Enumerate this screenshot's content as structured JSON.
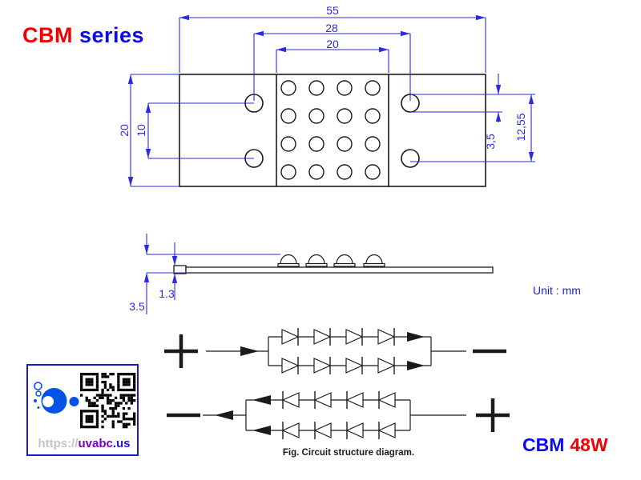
{
  "header": {
    "brand": "CBM",
    "series": "series"
  },
  "footer": {
    "brand": "CBM",
    "power": "48W"
  },
  "unit_label": "Unit : mm",
  "figure_caption": "Fig. Circuit structure diagram.",
  "website": {
    "prefix": "https://",
    "name": "uvabc",
    "tld": ".us"
  },
  "top_view": {
    "dims": {
      "width_total": "55",
      "width_hole_pitch": "28",
      "width_led_area": "20",
      "height_total": "20",
      "hole_row_pitch": "10",
      "hole_diameter": "3,5",
      "hole_vertical_span": "12,55"
    },
    "led_matrix": {
      "rows": 4,
      "cols": 4
    },
    "mount_holes": 4
  },
  "side_view": {
    "dims": {
      "board_thickness": "1.3",
      "total_height": "3.5"
    },
    "led_count": 4
  },
  "circuits": [
    {
      "polarity_left": "+",
      "polarity_right": "-",
      "direction": "right",
      "branches": 2,
      "diodes_per_branch": 4
    },
    {
      "polarity_left": "-",
      "polarity_right": "+",
      "direction": "left",
      "branches": 2,
      "diodes_per_branch": 4
    }
  ],
  "colors": {
    "dimension_blue": "#2b2bdf",
    "outline_black": "#1b1b1b",
    "brand_red": "#f00000",
    "brand_blue": "#0b0bee",
    "logo_blue": "#0353e9",
    "card_border_blue": "#1a1acc"
  }
}
